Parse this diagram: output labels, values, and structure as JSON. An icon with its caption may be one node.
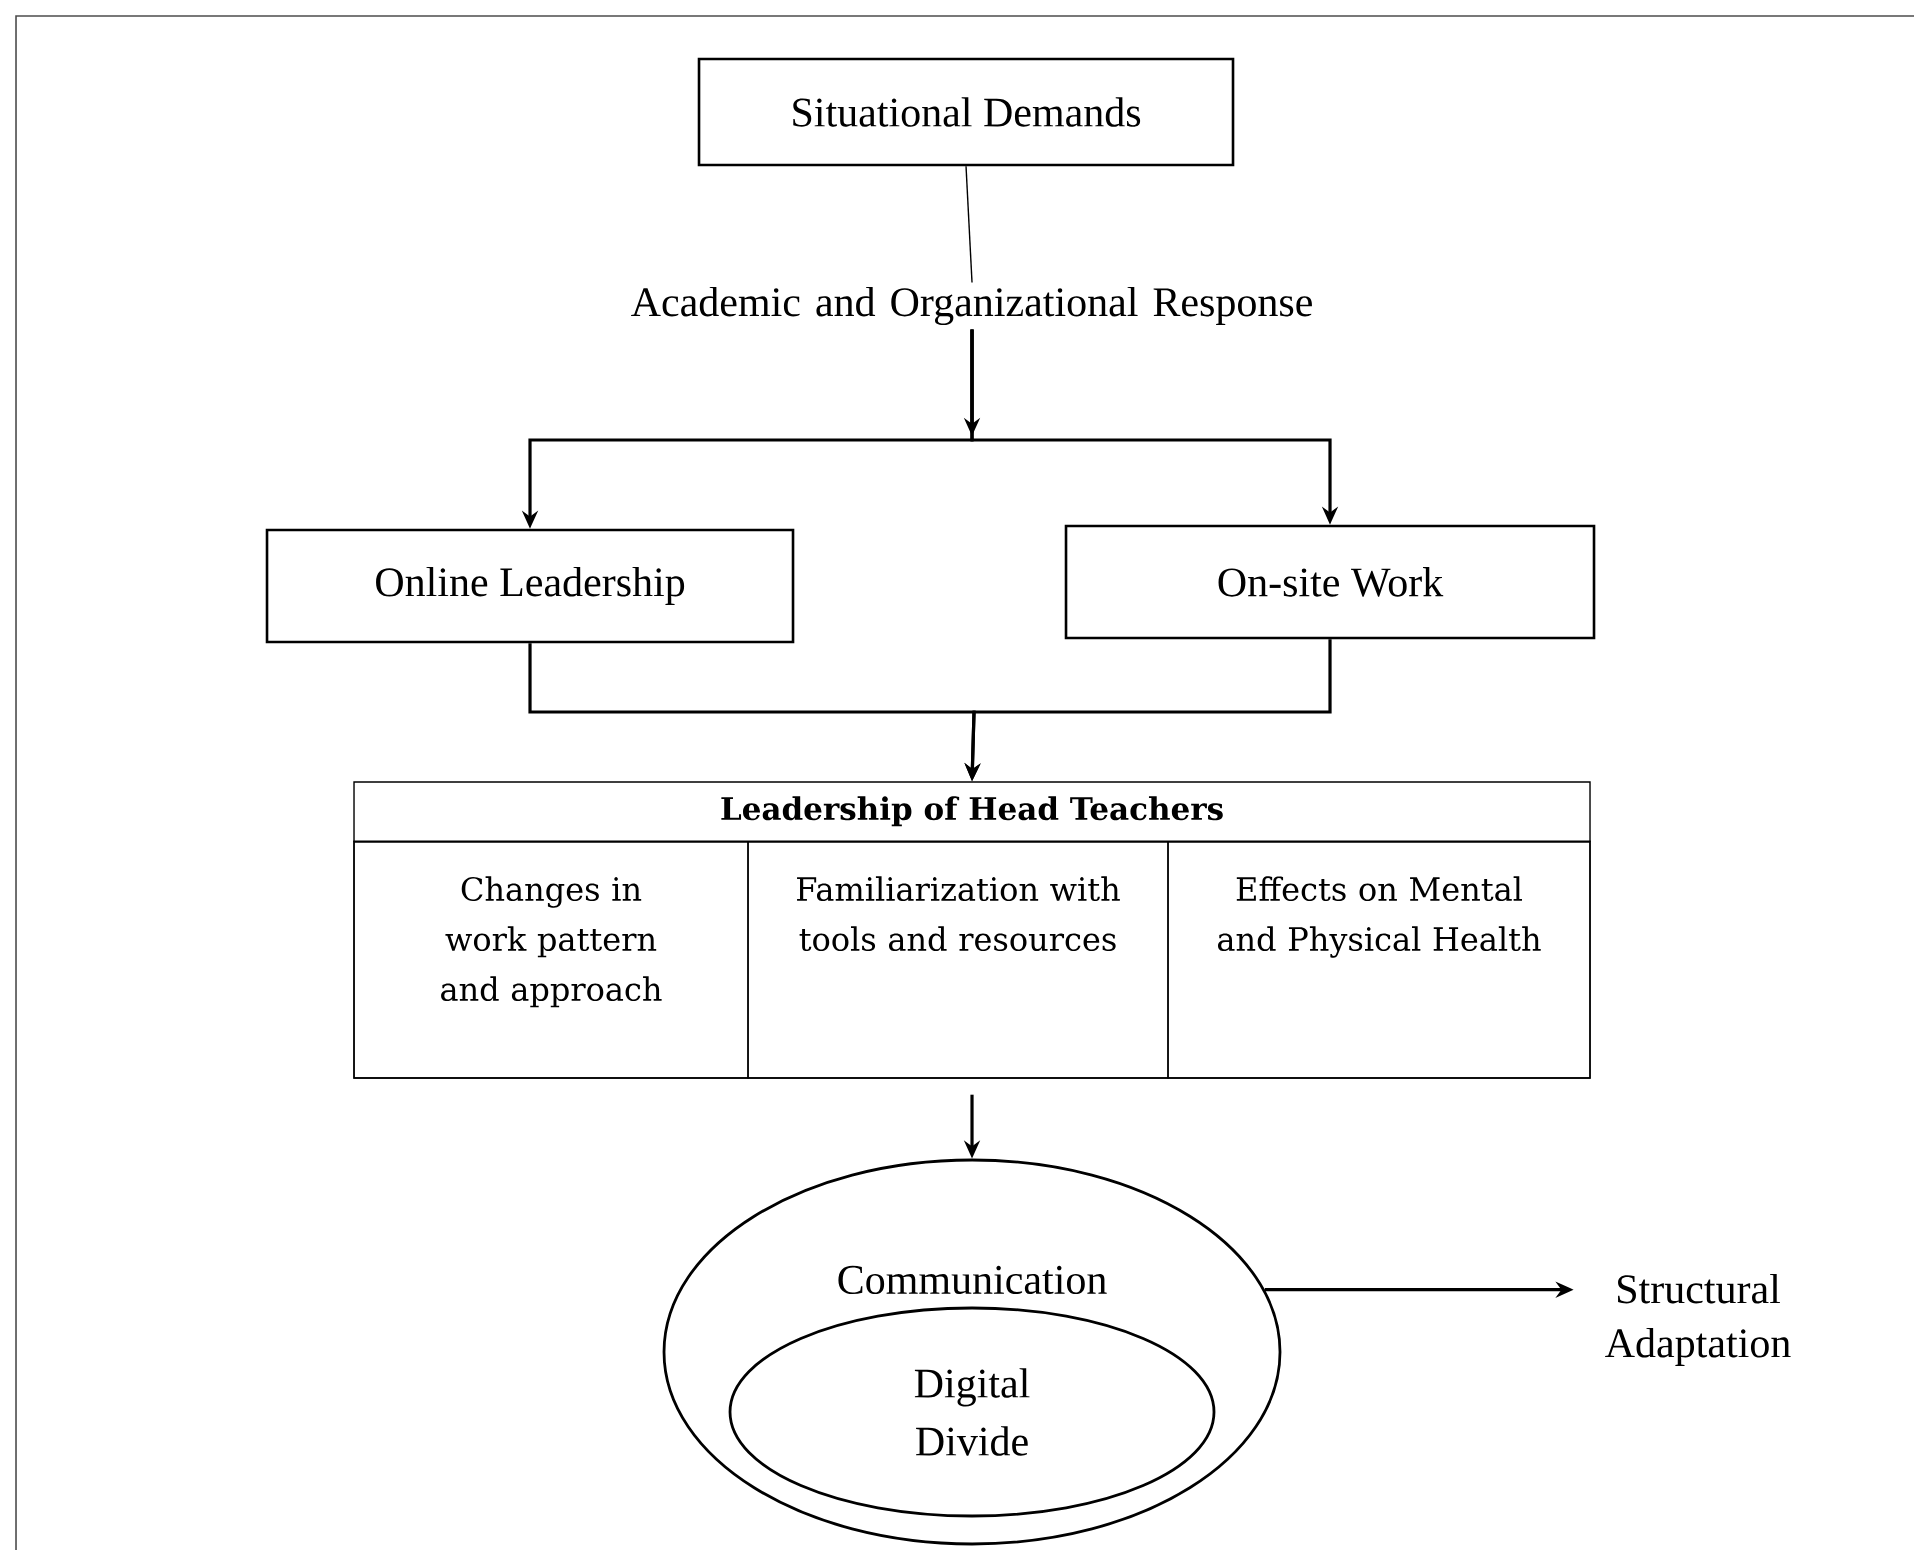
{
  "diagram": {
    "nodes": [
      {
        "text": [
          "Situational Demands"
        ]
      },
      {
        "text": [
          "Academic and Organizational Response"
        ]
      },
      {
        "text": [
          "Online Leadership"
        ]
      },
      {
        "text": [
          "On-site Work"
        ]
      },
      {
        "text": [
          "Leadership of Head Teachers"
        ]
      },
      {
        "text": [
          "Changes in work pattern and approach"
        ],
        "in": 4
      },
      {
        "text": [
          "Familiarization with tools and resources"
        ],
        "in": 4
      },
      {
        "text": [
          "Effects on Mental and Physical Health"
        ],
        "in": 4
      },
      {
        "text": [
          "Communication"
        ]
      },
      {
        "text": [
          "Digital Divide"
        ],
        "in": 8
      },
      {
        "text": [
          "Structural Adaptation"
        ]
      }
    ],
    "edges": [
      {
        "from": 0,
        "to": 1,
        "arrow": "none"
      },
      {
        "from": 1,
        "to": 2,
        "arrow": "to"
      },
      {
        "from": 1,
        "to": 3,
        "arrow": "to"
      },
      {
        "from": 2,
        "to": 4,
        "arrow": "to"
      },
      {
        "from": 3,
        "to": 4,
        "arrow": "to"
      },
      {
        "from": 4,
        "to": 8,
        "arrow": "to"
      },
      {
        "from": 8,
        "to": 10,
        "arrow": "to"
      }
    ]
  }
}
